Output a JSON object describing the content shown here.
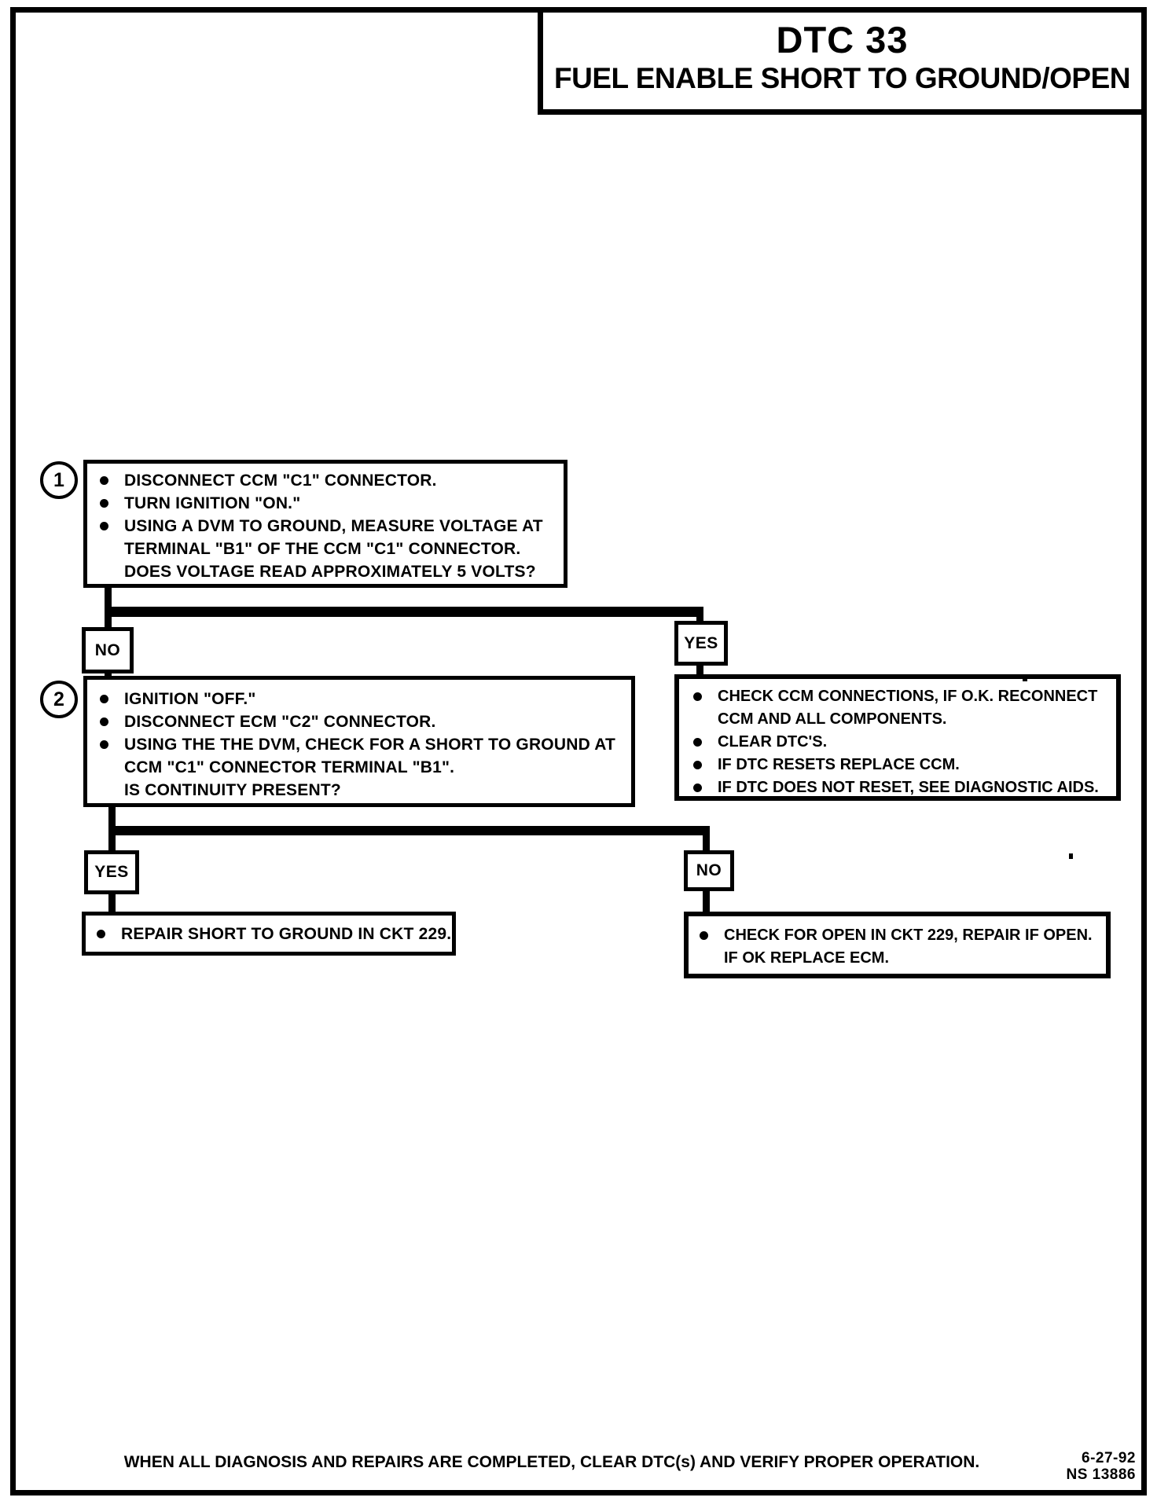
{
  "title": {
    "dtc": "DTC 33",
    "subtitle": "FUEL ENABLE SHORT TO GROUND/OPEN"
  },
  "flowchart": {
    "step1": {
      "number": "1",
      "lines": [
        {
          "bullet": true,
          "text": "DISCONNECT CCM \"C1\" CONNECTOR."
        },
        {
          "bullet": true,
          "text": "TURN IGNITION \"ON.\""
        },
        {
          "bullet": true,
          "text": "USING A DVM TO GROUND, MEASURE VOLTAGE AT"
        },
        {
          "bullet": false,
          "text": "TERMINAL \"B1\" OF THE CCM \"C1\" CONNECTOR."
        },
        {
          "bullet": false,
          "text": "DOES VOLTAGE READ APPROXIMATELY 5 VOLTS?"
        }
      ]
    },
    "decision1": {
      "no_label": "NO",
      "yes_label": "YES"
    },
    "step2": {
      "number": "2",
      "lines": [
        {
          "bullet": true,
          "text": "IGNITION \"OFF.\""
        },
        {
          "bullet": true,
          "text": "DISCONNECT ECM \"C2\" CONNECTOR."
        },
        {
          "bullet": true,
          "text": "USING THE THE DVM, CHECK FOR A SHORT TO GROUND AT"
        },
        {
          "bullet": false,
          "text": "CCM \"C1\" CONNECTOR TERMINAL \"B1\"."
        },
        {
          "bullet": false,
          "text": "IS CONTINUITY PRESENT?"
        }
      ]
    },
    "yes1_action": {
      "lines": [
        {
          "bullet": true,
          "text": "CHECK CCM CONNECTIONS, IF O.K. RECONNECT"
        },
        {
          "bullet": false,
          "text": "CCM AND ALL COMPONENTS."
        },
        {
          "bullet": true,
          "text": "CLEAR DTC'S."
        },
        {
          "bullet": true,
          "text": "IF DTC RESETS REPLACE CCM."
        },
        {
          "bullet": true,
          "text": "IF DTC DOES NOT RESET, SEE DIAGNOSTIC AIDS."
        }
      ]
    },
    "decision2": {
      "yes_label": "YES",
      "no_label": "NO"
    },
    "repair_action": {
      "lines": [
        {
          "bullet": true,
          "text": "REPAIR SHORT TO GROUND IN CKT 229."
        }
      ]
    },
    "open_action": {
      "lines": [
        {
          "bullet": true,
          "text": "CHECK FOR OPEN IN CKT 229, REPAIR IF OPEN."
        },
        {
          "bullet": false,
          "text": "IF OK REPLACE ECM."
        }
      ]
    }
  },
  "footer": {
    "note": "WHEN ALL DIAGNOSIS AND REPAIRS ARE COMPLETED, CLEAR DTC(s) AND VERIFY PROPER OPERATION.",
    "date": "6-27-92",
    "doc_number": "NS 13886"
  },
  "colors": {
    "ink": "#000000",
    "paper": "#ffffff"
  }
}
